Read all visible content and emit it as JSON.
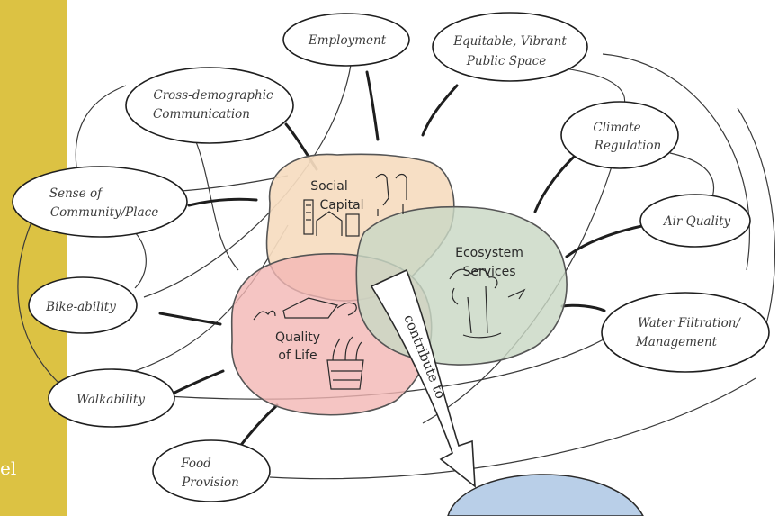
{
  "sidebar": {
    "text": "el",
    "color": "#dcc243"
  },
  "core": {
    "social": {
      "line1": "Social",
      "line2": "Capital",
      "color": "#f6dcc0"
    },
    "ecosystem": {
      "line1": "Ecosystem",
      "line2": "Services",
      "color": "#c9d8c4"
    },
    "quality": {
      "line1": "Quality",
      "line2": "of Life",
      "color": "#f2b6b4"
    }
  },
  "arrow_label": "contribute to",
  "nodes": {
    "employment": "Employment",
    "equitable": {
      "line1": "Equitable, Vibrant",
      "line2": "Public Space"
    },
    "cross_demo": {
      "line1": "Cross-demographic",
      "line2": "Communication"
    },
    "climate": {
      "line1": "Climate",
      "line2": "Regulation"
    },
    "sense": {
      "line1": "Sense of",
      "line2": "Community/Place"
    },
    "air": "Air Quality",
    "bike": "Bike-ability",
    "water": {
      "line1": "Water Filtration/",
      "line2": "Management"
    },
    "walk": "Walkability",
    "food": {
      "line1": "Food",
      "line2": "Provision"
    }
  },
  "outcome_color": "#b9cfe8"
}
